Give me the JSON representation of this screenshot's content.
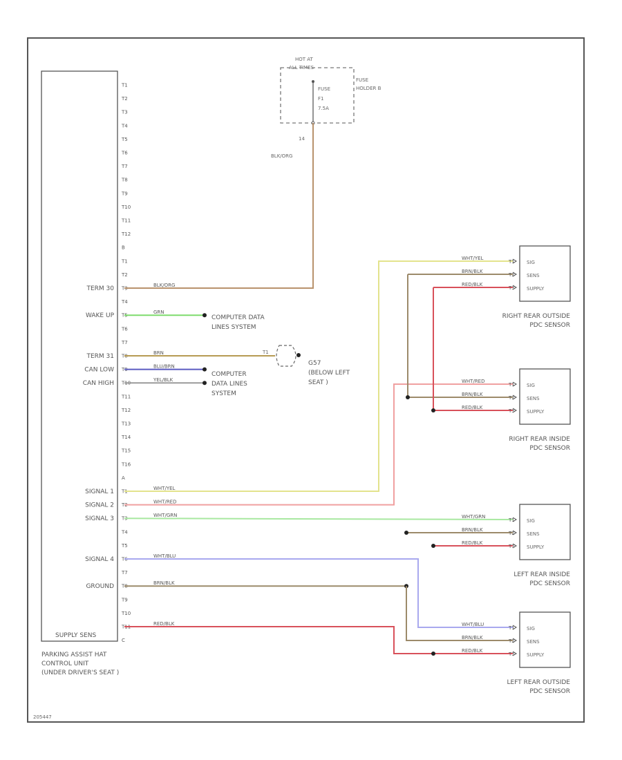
{
  "fuse": {
    "header": [
      "HOT AT",
      "ALL TIMES"
    ],
    "name": [
      "FUSE",
      "F1",
      "7.5A"
    ],
    "holder": [
      "FUSE",
      "HOLDER B"
    ],
    "pin": "14",
    "wire": "BLK/ORG"
  },
  "control_unit": {
    "caption": [
      "PARKING ASSIST HAT",
      "CONTROL UNIT",
      "(UNDER DRIVER'S SEAT )"
    ],
    "supply_label": "SUPPLY SENS",
    "terminals": [
      {
        "pin": "T1",
        "label": "",
        "wire": ""
      },
      {
        "pin": "T2",
        "label": "",
        "wire": ""
      },
      {
        "pin": "T3",
        "label": "",
        "wire": ""
      },
      {
        "pin": "T4",
        "label": "",
        "wire": ""
      },
      {
        "pin": "T5",
        "label": "",
        "wire": ""
      },
      {
        "pin": "T6",
        "label": "",
        "wire": ""
      },
      {
        "pin": "T7",
        "label": "",
        "wire": ""
      },
      {
        "pin": "T8",
        "label": "",
        "wire": ""
      },
      {
        "pin": "T9",
        "label": "",
        "wire": ""
      },
      {
        "pin": "T10",
        "label": "",
        "wire": ""
      },
      {
        "pin": "T11",
        "label": "",
        "wire": ""
      },
      {
        "pin": "T12",
        "label": "",
        "wire": ""
      },
      {
        "pin": "B",
        "label": "",
        "wire": ""
      },
      {
        "pin": "T1",
        "label": "",
        "wire": ""
      },
      {
        "pin": "T2",
        "label": "",
        "wire": ""
      },
      {
        "pin": "T3",
        "label": "TERM 30",
        "wire": "BLK/ORG"
      },
      {
        "pin": "T4",
        "label": "",
        "wire": ""
      },
      {
        "pin": "T5",
        "label": "WAKE UP",
        "wire": "GRN"
      },
      {
        "pin": "T6",
        "label": "",
        "wire": ""
      },
      {
        "pin": "T7",
        "label": "",
        "wire": ""
      },
      {
        "pin": "T8",
        "label": "TERM 31",
        "wire": "BRN"
      },
      {
        "pin": "T9",
        "label": "CAN LOW",
        "wire": "BLU/BRN"
      },
      {
        "pin": "T10",
        "label": "CAN HIGH",
        "wire": "YEL/BLK"
      },
      {
        "pin": "T11",
        "label": "",
        "wire": ""
      },
      {
        "pin": "T12",
        "label": "",
        "wire": ""
      },
      {
        "pin": "T13",
        "label": "",
        "wire": ""
      },
      {
        "pin": "T14",
        "label": "",
        "wire": ""
      },
      {
        "pin": "T15",
        "label": "",
        "wire": ""
      },
      {
        "pin": "T16",
        "label": "",
        "wire": ""
      },
      {
        "pin": "A",
        "label": "",
        "wire": ""
      },
      {
        "pin": "T1",
        "label": "SIGNAL 1",
        "wire": "WHT/YEL"
      },
      {
        "pin": "T2",
        "label": "SIGNAL 2",
        "wire": "WHT/RED"
      },
      {
        "pin": "T3",
        "label": "SIGNAL 3",
        "wire": "WHT/GRN"
      },
      {
        "pin": "T4",
        "label": "",
        "wire": ""
      },
      {
        "pin": "T5",
        "label": "",
        "wire": ""
      },
      {
        "pin": "T6",
        "label": "SIGNAL 4",
        "wire": "WHT/BLU"
      },
      {
        "pin": "T7",
        "label": "",
        "wire": ""
      },
      {
        "pin": "T8",
        "label": "GROUND",
        "wire": "BRN/BLK"
      },
      {
        "pin": "T9",
        "label": "",
        "wire": ""
      },
      {
        "pin": "T10",
        "label": "",
        "wire": ""
      },
      {
        "pin": "T11",
        "label": "",
        "wire": "RED/BLK"
      },
      {
        "pin": "C",
        "label": "",
        "wire": ""
      }
    ]
  },
  "refs": {
    "computer_data_1": [
      "COMPUTER DATA",
      "LINES SYSTEM"
    ],
    "computer_data_2": [
      "COMPUTER",
      "DATA LINES",
      "SYSTEM"
    ],
    "ground": {
      "label": [
        "G57",
        "(BELOW LEFT",
        "SEAT )"
      ],
      "pin": "T1"
    }
  },
  "sensor_pins": [
    "SIG",
    "SENS",
    "SUPPLY"
  ],
  "sensors": [
    {
      "name": [
        "RIGHT REAR OUTSIDE",
        "PDC SENSOR"
      ],
      "wires": [
        "WHT/YEL",
        "BRN/BLK",
        "RED/BLK"
      ],
      "pins": [
        "T1",
        "T2",
        "T3"
      ]
    },
    {
      "name": [
        "RIGHT REAR INSIDE",
        "PDC SENSOR"
      ],
      "wires": [
        "WHT/RED",
        "BRN/BLK",
        "RED/BLK"
      ],
      "pins": [
        "T1",
        "T2",
        "T3"
      ]
    },
    {
      "name": [
        "LEFT REAR INSIDE",
        "PDC SENSOR"
      ],
      "wires": [
        "WHT/GRN",
        "BRN/BLK",
        "RED/BLK"
      ],
      "pins": [
        "T1",
        "T2",
        "T3"
      ]
    },
    {
      "name": [
        "LEFT REAR OUTSIDE",
        "PDC SENSOR"
      ],
      "wires": [
        "WHT/BLU",
        "BRN/BLK",
        "RED/BLK"
      ],
      "pins": [
        "T1",
        "T2",
        "T3"
      ]
    }
  ],
  "colors": {
    "BLK/ORG": "#b8926c",
    "GRN": "#7ddc6c",
    "BRN": "#b69a52",
    "BLU/BRN": "#5a5ac0",
    "YEL/BLK": "#9a9a9a",
    "WHT/YEL": "#e3e38c",
    "WHT/RED": "#f0a0a0",
    "WHT/GRN": "#a8e8a0",
    "WHT/BLU": "#a8a8ee",
    "BRN/BLK": "#9c8a6a",
    "RED/BLK": "#d8505a"
  },
  "footer_id": "205447"
}
